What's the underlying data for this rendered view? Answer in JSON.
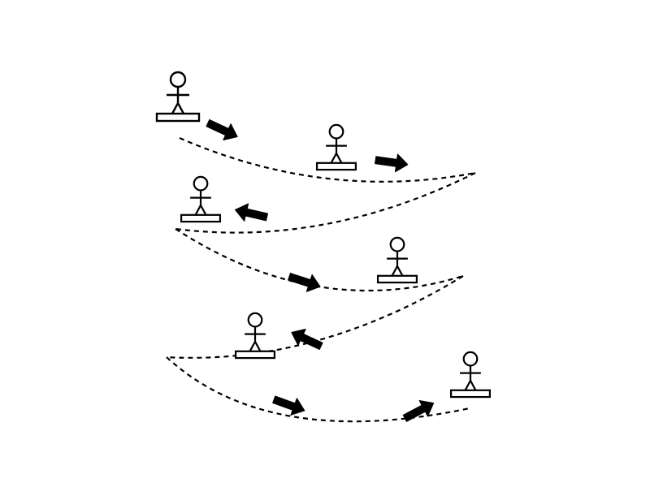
{
  "diagram": {
    "kind": "zigzag path of a standing figure on a board",
    "background_color": "#ffffff",
    "ink_color": "#000000",
    "figure_count": 6,
    "arrow_count": 7,
    "path_segment_count": 5,
    "path_style": "dashed",
    "figure_icon": "stick-figure-on-board-icon",
    "arrow_icon": "direction-arrow-icon"
  }
}
